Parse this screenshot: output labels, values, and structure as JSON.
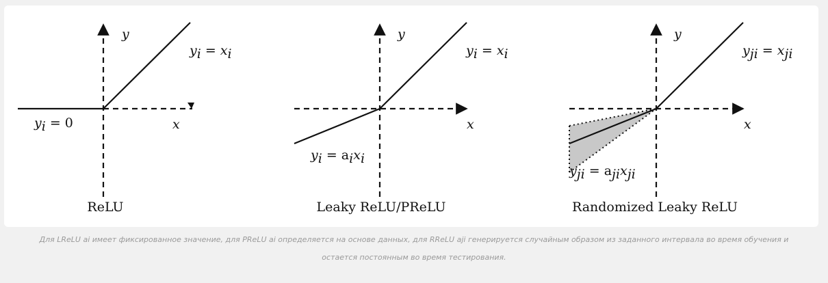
{
  "panels": [
    {
      "name": "relu",
      "title": "ReLU",
      "y_axis": "y",
      "x_axis": "x",
      "label_pos": {
        "base": "y",
        "sub": "i",
        "rest": " = ",
        "base2": "x",
        "sub2": "i"
      },
      "label_neg": {
        "base": "y",
        "sub": "i",
        "rest": " = 0",
        "base2": "",
        "sub2": ""
      }
    },
    {
      "name": "leaky-relu",
      "title": "Leaky ReLU/PReLU",
      "y_axis": "y",
      "x_axis": "x",
      "label_pos": {
        "base": "y",
        "sub": "i",
        "rest": " = ",
        "base2": "x",
        "sub2": "i"
      },
      "label_neg": {
        "base": "y",
        "sub": "i",
        "rest": " = a",
        "sub_a": "i",
        "base2": "x",
        "sub2": "i"
      }
    },
    {
      "name": "rrelu",
      "title": "Randomized Leaky ReLU",
      "y_axis": "y",
      "x_axis": "x",
      "label_pos": {
        "base": "y",
        "sub": "ji",
        "rest": " = ",
        "base2": "x",
        "sub2": "ji"
      },
      "label_neg": {
        "base": "y",
        "sub": "ji",
        "rest": " = a",
        "sub_a": "ji",
        "base2": "x",
        "sub2": "ji"
      }
    }
  ],
  "caption": {
    "line1": "Для LReLU ai имеет фиксированное значение, для PReLU ai определяется на основе данных, для RReLU aji генерируется случайным образом из заданного интервала во время обучения и",
    "line2": "остается постоянным во время тестирования."
  },
  "colors": {
    "ink": "#111111",
    "shade": "#c8c8c8",
    "caption": "#9a9a9a",
    "background": "#f1f1f1",
    "card": "#ffffff"
  }
}
